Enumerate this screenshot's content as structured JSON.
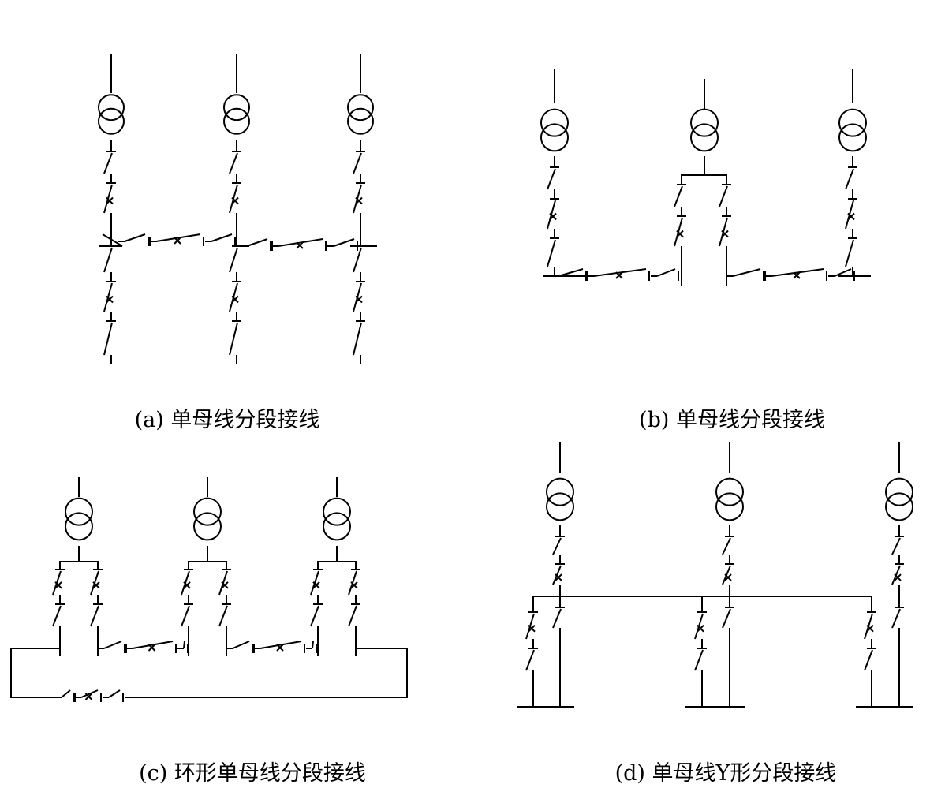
{
  "captions": {
    "a": "(a) 单母线分段接线",
    "b": "(b) 单母线分段接线",
    "c": "(c) 环形单母线分段接线",
    "d": "(d) 单母线Y形分段接线"
  },
  "symbols": {
    "transformer": "two-winding-transformer-icon",
    "disconnector": "disconnector-switch-icon",
    "breaker": "circuit-breaker-icon"
  },
  "colors": {
    "line": "#000000",
    "background": "#ffffff"
  }
}
